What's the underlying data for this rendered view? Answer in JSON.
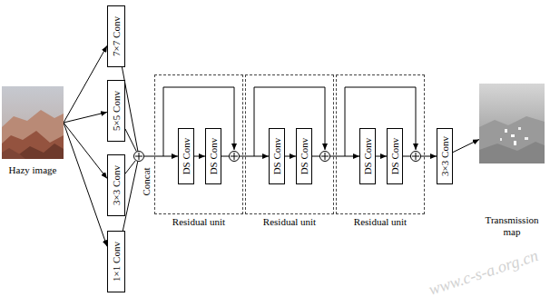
{
  "diagram": {
    "nodes": [
      {
        "text": [
          "Hazy image"
        ]
      },
      {
        "text": [
          "7×7 Conv"
        ]
      },
      {
        "text": [
          "5×5 Conv"
        ]
      },
      {
        "text": [
          "3×3 Conv"
        ]
      },
      {
        "text": [
          "1×1 Conv"
        ]
      },
      {
        "text": [
          "Concat"
        ]
      },
      {
        "text": [
          "Residual unit"
        ]
      },
      {
        "text": [
          "DS Conv"
        ],
        "in": 6
      },
      {
        "text": [
          "DS Conv"
        ],
        "in": 6
      },
      {
        "text": [
          "Residual unit"
        ]
      },
      {
        "text": [
          "DS Conv"
        ],
        "in": 9
      },
      {
        "text": [
          "DS Conv"
        ],
        "in": 9
      },
      {
        "text": [
          "Residual unit"
        ]
      },
      {
        "text": [
          "DS Conv"
        ],
        "in": 12
      },
      {
        "text": [
          "DS Conv"
        ],
        "in": 12
      },
      {
        "text": [
          "3×3 Conv"
        ]
      },
      {
        "text": [
          "Transmission map"
        ]
      }
    ],
    "edges": [
      {
        "from": 0,
        "to": 1,
        "arrow": "to"
      },
      {
        "from": 0,
        "to": 2,
        "arrow": "to"
      },
      {
        "from": 0,
        "to": 3,
        "arrow": "to"
      },
      {
        "from": 0,
        "to": 4,
        "arrow": "to"
      },
      {
        "from": 1,
        "to": 5,
        "arrow": "none"
      },
      {
        "from": 2,
        "to": 5,
        "arrow": "none"
      },
      {
        "from": 3,
        "to": 5,
        "arrow": "none"
      },
      {
        "from": 4,
        "to": 5,
        "arrow": "none"
      },
      {
        "from": 5,
        "to": 7,
        "arrow": "to"
      },
      {
        "from": 7,
        "to": 8,
        "arrow": "to"
      },
      {
        "from": 8,
        "to": 10,
        "arrow": "to"
      },
      {
        "from": 10,
        "to": 11,
        "arrow": "to"
      },
      {
        "from": 11,
        "to": 13,
        "arrow": "to"
      },
      {
        "from": 13,
        "to": 14,
        "arrow": "to"
      },
      {
        "from": 14,
        "to": 15,
        "arrow": "to"
      },
      {
        "from": 15,
        "to": 16,
        "arrow": "to"
      }
    ],
    "labels": [
      "www.c-s-a.org.cn"
    ]
  }
}
